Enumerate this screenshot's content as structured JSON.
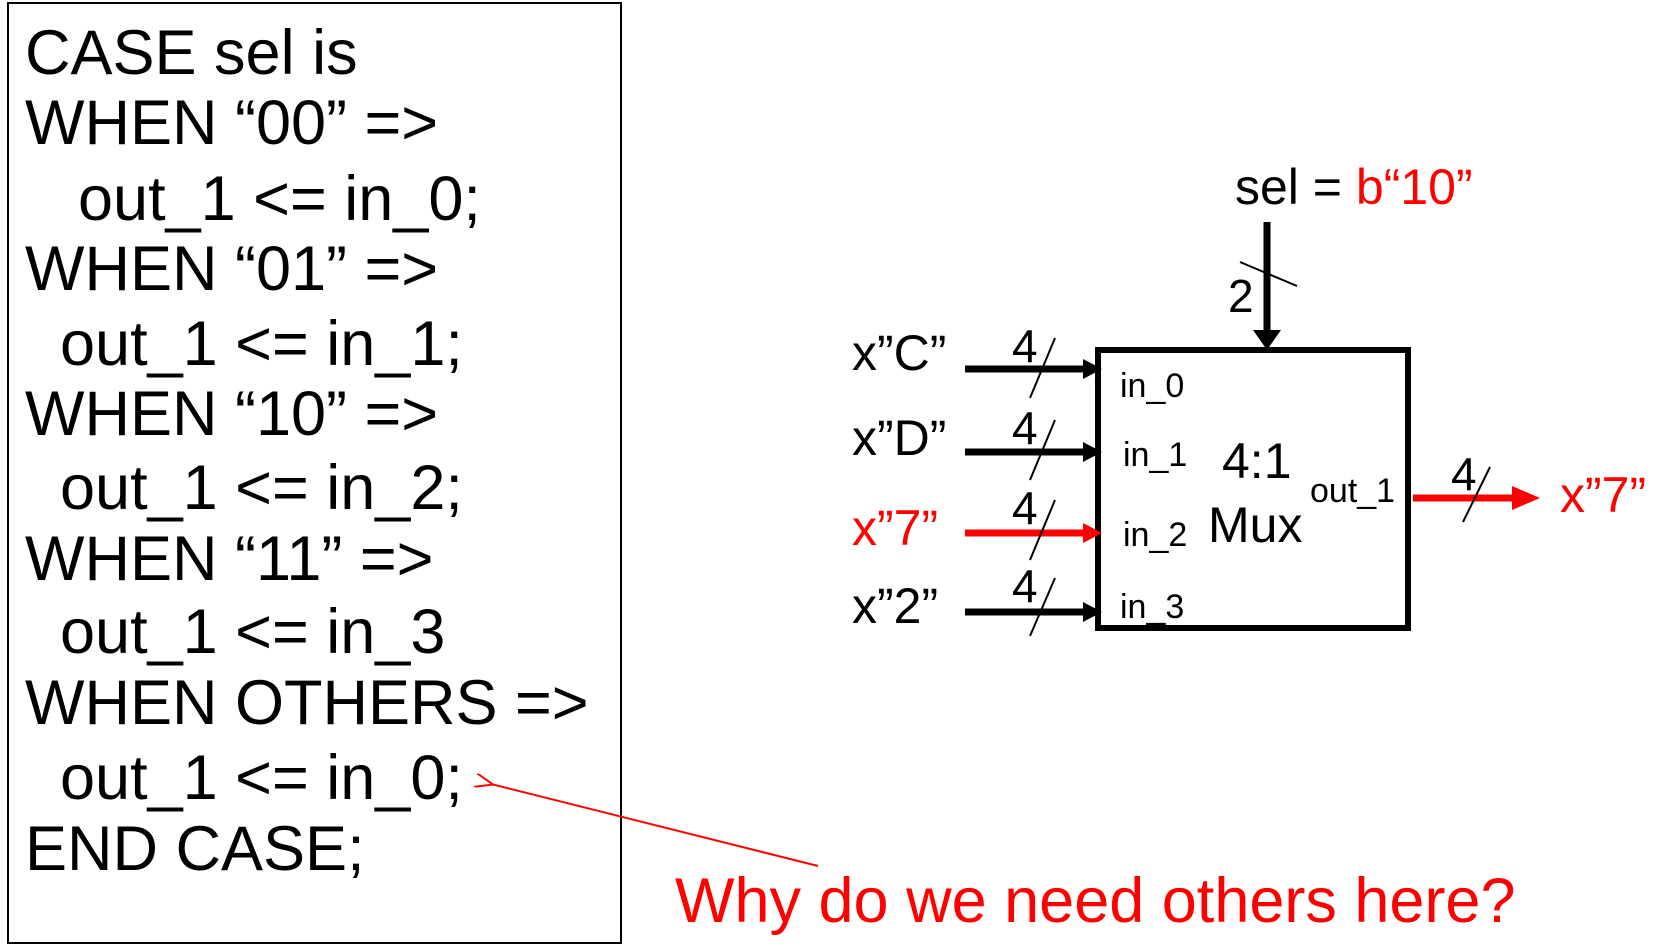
{
  "code": {
    "lines": [
      "CASE sel is",
      "WHEN “00” =>",
      "out_1 <= in_0;",
      "WHEN “01” =>",
      "out_1 <= in_1;",
      "WHEN “10” =>",
      "out_1 <= in_2;",
      "WHEN “11” =>",
      "out_1 <= in_3",
      "WHEN OTHERS =>",
      "out_1 <= in_0;",
      "END CASE;"
    ]
  },
  "mux": {
    "title_line1": "4:1",
    "title_line2": "Mux",
    "ports": {
      "in_0": "in_0",
      "in_1": "in_1",
      "in_2": "in_2",
      "in_3": "in_3",
      "out": "out_1"
    },
    "inputs": [
      {
        "value": "x”C”",
        "width": "4",
        "selected": false
      },
      {
        "value": "x”D”",
        "width": "4",
        "selected": false
      },
      {
        "value": "x”7”",
        "width": "4",
        "selected": true
      },
      {
        "value": "x”2”",
        "width": "4",
        "selected": false
      }
    ],
    "select": {
      "name": "sel = ",
      "value": "b“10”",
      "width": "2"
    },
    "output": {
      "value": "x”7”",
      "width": "4"
    }
  },
  "annotation": {
    "question": "Why do we need others here?"
  },
  "colors": {
    "highlight": "#ff0000",
    "line": "#000000",
    "background": "#ffffff"
  }
}
